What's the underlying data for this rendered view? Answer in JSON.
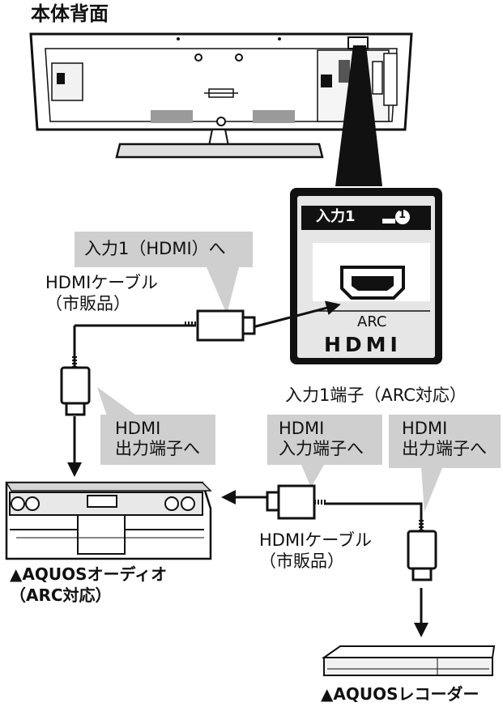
{
  "heading": "本体背面",
  "port_panel": {
    "port_label": "入力1",
    "port_number": "1",
    "arc_label": "ARC",
    "hdmi_logo": "HDMI",
    "caption": "入力1端子（ARC対応）"
  },
  "callouts": {
    "tv_input": "入力1（HDMI）へ",
    "audio_output": "HDMI\n出力端子へ",
    "audio_input": "HDMI\n入力端子へ",
    "recorder_output": "HDMI\n出力端子へ"
  },
  "cables": {
    "upper": "HDMIケーブル\n（市販品）",
    "lower": "HDMIケーブル\n（市販品）"
  },
  "devices": {
    "audio": "▲AQUOSオーディオ\n（ARC対応）",
    "recorder": "▲AQUOSレコーダー"
  },
  "colors": {
    "line": "#111111",
    "callout_fill": "#cfcfcf",
    "panel_fill": "#e6e6e6"
  }
}
